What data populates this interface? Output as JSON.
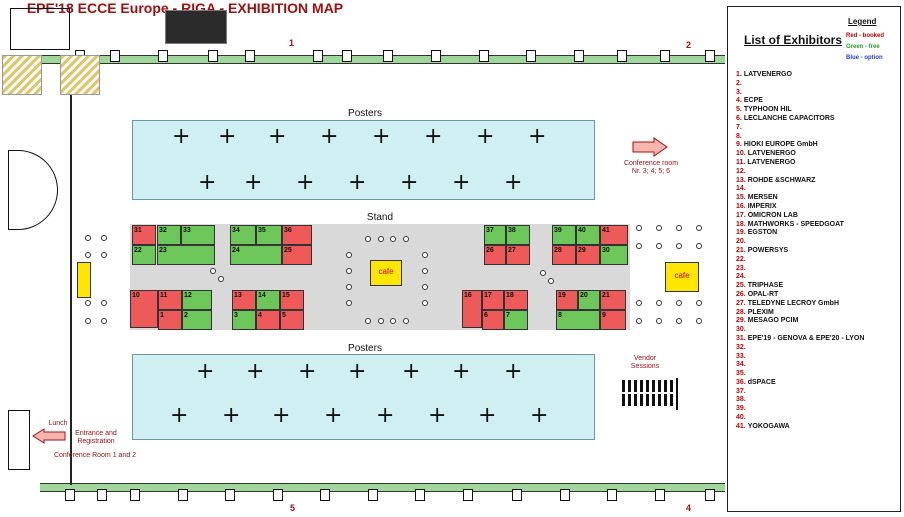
{
  "title": "EPE'18 ECCE Europe - RIGA - EXHIBITION MAP",
  "labels": {
    "posters_top": "Posters",
    "posters_bottom": "Posters",
    "stand": "Stand",
    "cafe": "cafe",
    "conference_room": "Conference room",
    "conference_room_nr": "Nr. 3; 4; 5; 6",
    "vendor_sessions": "Vendor Sessions",
    "lunch": "Lunch",
    "entrance": "Entrance and Registration",
    "conference_room_1_2": "Conference Room 1 and 2",
    "door_1": "1",
    "door_2": "2",
    "door_4": "4",
    "door_5": "5"
  },
  "legend": {
    "heading": "Legend",
    "list_title": "List of Exhibitors",
    "red": "Red - booked",
    "green": "Green - free",
    "blue": "Blue - option",
    "colors": {
      "red": "#ee5a5a",
      "green": "#6cc65a",
      "blue": "#1f3fcf"
    }
  },
  "exhibitors": [
    {
      "num": "1.",
      "name": "LATVENERGO"
    },
    {
      "num": "2.",
      "name": ""
    },
    {
      "num": "3.",
      "name": ""
    },
    {
      "num": "4.",
      "name": "ECPE"
    },
    {
      "num": "5.",
      "name": "TYPHOON HIL"
    },
    {
      "num": "6.",
      "name": "LECLANCHE CAPACITORS"
    },
    {
      "num": "7.",
      "name": ""
    },
    {
      "num": "8.",
      "name": ""
    },
    {
      "num": "9.",
      "name": "HIOKI EUROPE GmbH"
    },
    {
      "num": "10.",
      "name": "LATVENERGO"
    },
    {
      "num": "11.",
      "name": "LATVENERGO"
    },
    {
      "num": "12.",
      "name": ""
    },
    {
      "num": "13.",
      "name": "ROHDE &SCHWARZ"
    },
    {
      "num": "14.",
      "name": ""
    },
    {
      "num": "15.",
      "name": "MERSEN"
    },
    {
      "num": "16.",
      "name": "IMPERIX"
    },
    {
      "num": "17.",
      "name": "OMICRON LAB"
    },
    {
      "num": "18.",
      "name": "MATHWORKS - SPEEDGOAT"
    },
    {
      "num": "19.",
      "name": "EGSTON"
    },
    {
      "num": "20.",
      "name": ""
    },
    {
      "num": "21.",
      "name": "POWERSYS"
    },
    {
      "num": "22.",
      "name": ""
    },
    {
      "num": "23.",
      "name": ""
    },
    {
      "num": "24.",
      "name": ""
    },
    {
      "num": "25.",
      "name": "TRIPHASE"
    },
    {
      "num": "26.",
      "name": "OPAL-RT"
    },
    {
      "num": "27.",
      "name": "TELEDYNE LECROY GmbH"
    },
    {
      "num": "28.",
      "name": "PLEXIM"
    },
    {
      "num": "29.",
      "name": "MESAGO PCIM"
    },
    {
      "num": "30.",
      "name": ""
    },
    {
      "num": "31.",
      "name": "EPE'19 - GENOVA & EPE'20 - LYON"
    },
    {
      "num": "32.",
      "name": ""
    },
    {
      "num": "33.",
      "name": ""
    },
    {
      "num": "34.",
      "name": ""
    },
    {
      "num": "35.",
      "name": ""
    },
    {
      "num": "36.",
      "name": "dSPACE"
    },
    {
      "num": "37.",
      "name": ""
    },
    {
      "num": "38.",
      "name": ""
    },
    {
      "num": "39.",
      "name": ""
    },
    {
      "num": "40.",
      "name": ""
    },
    {
      "num": "41.",
      "name": "YOKOGAWA"
    }
  ],
  "booths": [
    {
      "n": "31",
      "status": "red"
    },
    {
      "n": "32",
      "status": "green"
    },
    {
      "n": "33",
      "status": "green"
    },
    {
      "n": "22",
      "status": "green"
    },
    {
      "n": "23",
      "status": "green"
    },
    {
      "n": "34",
      "status": "green"
    },
    {
      "n": "35",
      "status": "green"
    },
    {
      "n": "36",
      "status": "red"
    },
    {
      "n": "24",
      "status": "green"
    },
    {
      "n": "25",
      "status": "red"
    },
    {
      "n": "37",
      "status": "green"
    },
    {
      "n": "38",
      "status": "green"
    },
    {
      "n": "26",
      "status": "red"
    },
    {
      "n": "27",
      "status": "red"
    },
    {
      "n": "39",
      "status": "green"
    },
    {
      "n": "40",
      "status": "green"
    },
    {
      "n": "41",
      "status": "red"
    },
    {
      "n": "28",
      "status": "red"
    },
    {
      "n": "29",
      "status": "red"
    },
    {
      "n": "30",
      "status": "green"
    },
    {
      "n": "10",
      "status": "red"
    },
    {
      "n": "11",
      "status": "red"
    },
    {
      "n": "12",
      "status": "green"
    },
    {
      "n": "1",
      "status": "red"
    },
    {
      "n": "2",
      "status": "green"
    },
    {
      "n": "13",
      "status": "red"
    },
    {
      "n": "14",
      "status": "green"
    },
    {
      "n": "15",
      "status": "red"
    },
    {
      "n": "3",
      "status": "green"
    },
    {
      "n": "4",
      "status": "red"
    },
    {
      "n": "5",
      "status": "red"
    },
    {
      "n": "16",
      "status": "red"
    },
    {
      "n": "17",
      "status": "red"
    },
    {
      "n": "18",
      "status": "red"
    },
    {
      "n": "6",
      "status": "red"
    },
    {
      "n": "7",
      "status": "green"
    },
    {
      "n": "19",
      "status": "red"
    },
    {
      "n": "20",
      "status": "green"
    },
    {
      "n": "21",
      "status": "red"
    },
    {
      "n": "8",
      "status": "green"
    },
    {
      "n": "9",
      "status": "red"
    }
  ]
}
